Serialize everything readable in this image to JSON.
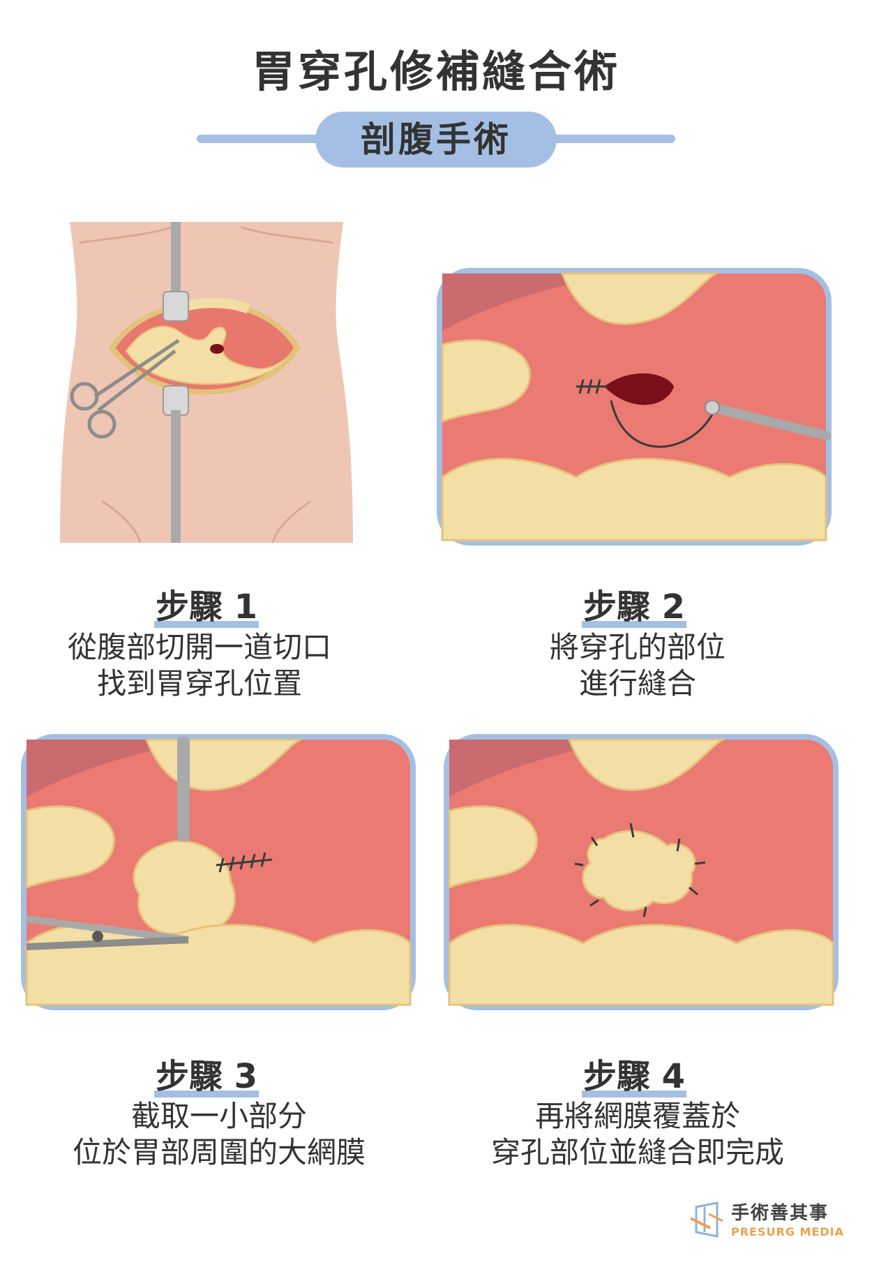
{
  "header": {
    "title": "胃穿孔修補縫合術",
    "subtitle": "剖腹手術"
  },
  "steps": [
    {
      "title": "步驟 1",
      "lines": [
        "從腹部切開一道切口",
        "找到胃穿孔位置"
      ]
    },
    {
      "title": "步驟 2",
      "lines": [
        "將穿孔的部位",
        "進行縫合"
      ]
    },
    {
      "title": "步驟 3",
      "lines": [
        "截取一小部分",
        "位於胃部周圍的大網膜"
      ]
    },
    {
      "title": "步驟 4",
      "lines": [
        "再將網膜覆蓋於",
        "穿孔部位並縫合即完成"
      ]
    }
  ],
  "brand": {
    "name": "手術善其事",
    "sub": "PRESURG MEDIA"
  },
  "colors": {
    "accent": "#a4bfe3",
    "panel_border": "#a4bfe3",
    "skin": "#efc6b3",
    "stomach": "#ea7a72",
    "omentum": "#f3dfa5",
    "wall": "#c96b6f",
    "instrument": "#a9a9a9"
  }
}
